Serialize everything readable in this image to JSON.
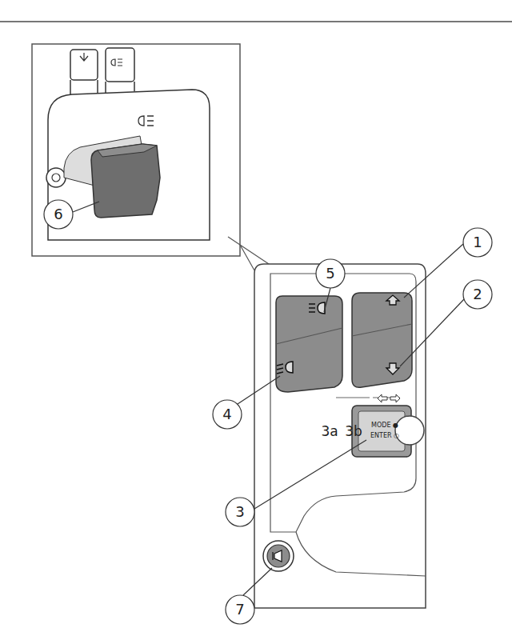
{
  "diagram": {
    "labels": [
      "6",
      "5",
      "1",
      "2",
      "4",
      "3a",
      "3b",
      "MODE ●",
      "ENTER ○",
      "3",
      "7"
    ]
  }
}
